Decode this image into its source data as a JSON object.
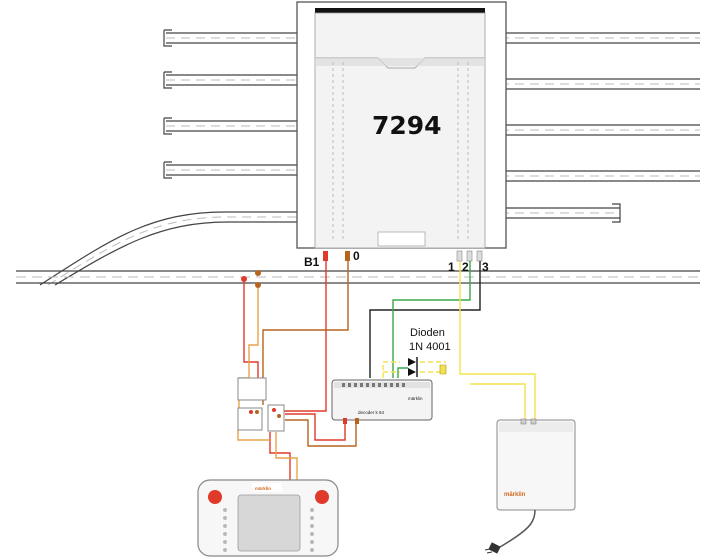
{
  "turntable": {
    "model": "7294"
  },
  "terminals": {
    "b1": "B1",
    "zero": "0",
    "one": "1",
    "two": "2",
    "three": "3"
  },
  "diodes": {
    "line1": "Dioden",
    "line2": "1N 4001"
  },
  "decoder": {
    "label": "decoder k 84",
    "brand": "märklin"
  },
  "transformer": {
    "brand": "märklin"
  },
  "control": {
    "brand": "märklin"
  },
  "colors": {
    "red": "#e03a2a",
    "brown": "#b5651d",
    "orange": "#e8a24a",
    "yellow": "#f2e24a",
    "green": "#3aa84a",
    "black": "#222222",
    "gray": "#9a9a9a"
  }
}
